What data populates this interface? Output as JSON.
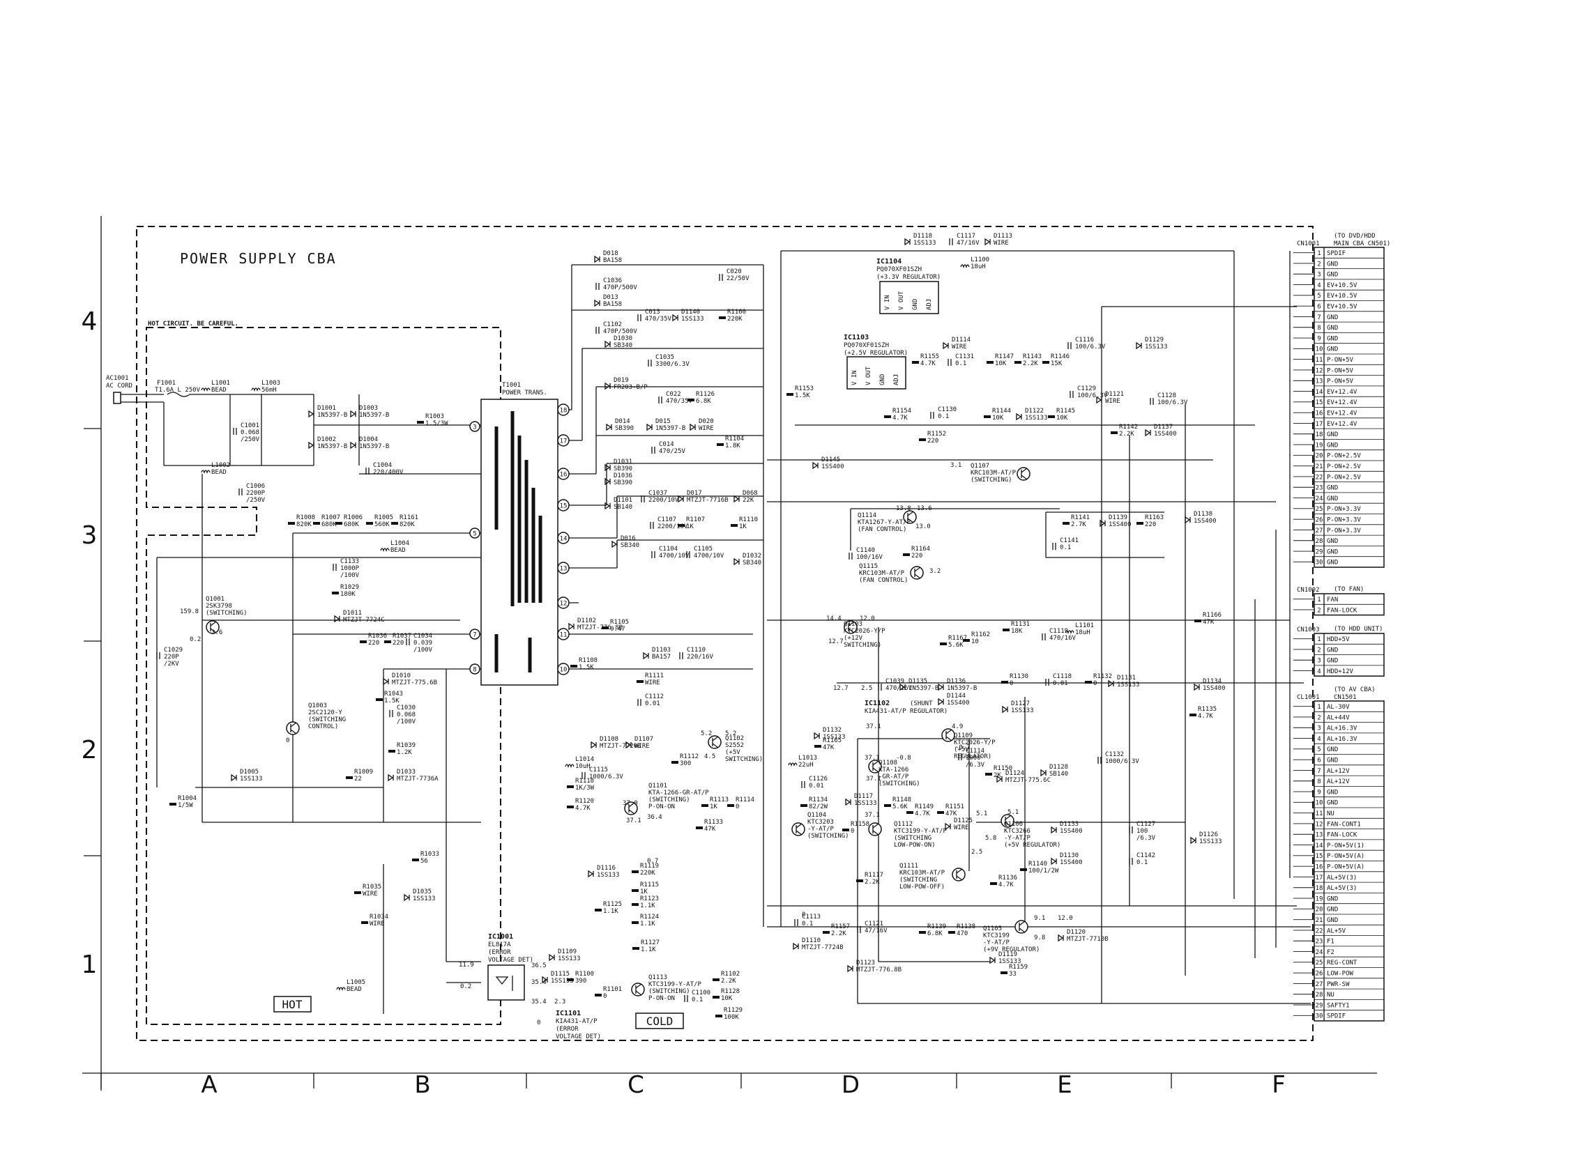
{
  "title": "POWER SUPPLY CBA",
  "hot_note": "HOT CIRCUIT. BE CAREFUL.",
  "hot_label": "HOT",
  "cold_label": "COLD",
  "grid": {
    "columns": [
      "A",
      "B",
      "C",
      "D",
      "E",
      "F"
    ],
    "rows": [
      "4",
      "3",
      "2",
      "1"
    ]
  },
  "input": {
    "ac": "AC1001",
    "ac_sub": "AC CORD",
    "fuse": "F1001",
    "fuse_val": "T1.6A L 250V"
  },
  "transformer": {
    "ref": "T1001",
    "name": "POWER TRANS.",
    "pins_left": [
      "3",
      "5",
      "7",
      "8"
    ],
    "pins_right": [
      "18",
      "17",
      "16",
      "15",
      "14",
      "13",
      "12",
      "11",
      "10"
    ]
  },
  "connectors": [
    {
      "ref": "CN1001",
      "note": "(TO DVD/HDD",
      "note2": "MAIN CBA CN501)",
      "pins": [
        "SPDIF",
        "GND",
        "GND",
        "EV+10.5V",
        "EV+10.5V",
        "EV+10.5V",
        "GND",
        "GND",
        "GND",
        "GND",
        "P-ON+5V",
        "P-ON+5V",
        "P-ON+5V",
        "EV+12.4V",
        "EV+12.4V",
        "EV+12.4V",
        "EV+12.4V",
        "GND",
        "GND",
        "P-ON+2.5V",
        "P-ON+2.5V",
        "P-ON+2.5V",
        "GND",
        "GND",
        "P-ON+3.3V",
        "P-ON+3.3V",
        "P-ON+3.3V",
        "GND",
        "GND",
        "GND"
      ]
    },
    {
      "ref": "CN1002",
      "note": "(TO FAN)",
      "note2": "",
      "pins": [
        "FAN",
        "FAN-LOCK"
      ]
    },
    {
      "ref": "CN1003",
      "note": "(TO HDD UNIT)",
      "note2": "",
      "pins": [
        "HDD+5V",
        "GND",
        "GND",
        "HDD+12V"
      ]
    },
    {
      "ref": "CL1001",
      "note": "(TO AV CBA)",
      "note2": "CN1501",
      "pins": [
        "AL-30V",
        "AL+44V",
        "AL+16.3V",
        "AL+16.3V",
        "GND",
        "GND",
        "AL+12V",
        "AL+12V",
        "GND",
        "GND",
        "NU",
        "FAN-CONT1",
        "FAN-LOCK",
        "P-ON+5V(1)",
        "P-ON+5V(A)",
        "P-ON+5V(A)",
        "AL+5V(3)",
        "AL+5V(3)",
        "GND",
        "GND",
        "GND",
        "AL+5V",
        "F1",
        "F2",
        "REG-CONT",
        "LOW-POW",
        "PWR-SW",
        "NU",
        "SAFTY1",
        "SPDIF"
      ]
    }
  ],
  "ics": [
    {
      "ref": "IC1104",
      "part": "PQ070XF01SZH",
      "desc": "(+3.3V REGULATOR)",
      "pins": [
        "V IN",
        "V OUT",
        "GND",
        "ADJ"
      ]
    },
    {
      "ref": "IC1103",
      "part": "PQ070XF01SZH",
      "desc": "(+2.5V REGULATOR)",
      "pins": [
        "V IN",
        "V OUT",
        "GND",
        "ADJ"
      ]
    },
    {
      "ref": "IC1001",
      "part": "EL817A",
      "desc": "(ERROR",
      "desc2": "VOLTAGE DET)"
    },
    {
      "ref": "IC1101",
      "part": "KIA431-AT/P",
      "desc": "(ERROR",
      "desc2": "VOLTAGE DET)"
    },
    {
      "ref": "IC1102",
      "part": "KIA431-AT/P",
      "desc": "(SHUNT",
      "desc2": "REGULATOR)"
    }
  ],
  "parts": [
    {
      "ref": "L1001",
      "val": "BEAD"
    },
    {
      "ref": "L1002",
      "val": "BEAD"
    },
    {
      "ref": "L1003",
      "val": "56mH"
    },
    {
      "ref": "C1001",
      "val": "0.068",
      "val2": "/250V"
    },
    {
      "ref": "D1001",
      "val": "1N5397-B"
    },
    {
      "ref": "D1002",
      "val": "1N5397-B"
    },
    {
      "ref": "D1003",
      "val": "1N5397-B"
    },
    {
      "ref": "D1004",
      "val": "1N5397-B"
    },
    {
      "ref": "R1003",
      "val": "1.5/3W"
    },
    {
      "ref": "C1004",
      "val": "220/400V"
    },
    {
      "ref": "C1006",
      "val": "2200P",
      "val2": "/250V"
    },
    {
      "ref": "R1008",
      "val": "820K"
    },
    {
      "ref": "R1007",
      "val": "680K"
    },
    {
      "ref": "R1006",
      "val": "680K"
    },
    {
      "ref": "R1005",
      "val": "560K"
    },
    {
      "ref": "R1161",
      "val": "820K"
    },
    {
      "ref": "L1004",
      "val": "BEAD"
    },
    {
      "ref": "C1133",
      "val": "1000P",
      "val2": "/100V"
    },
    {
      "ref": "R1029",
      "val": "180K"
    },
    {
      "ref": "D1011",
      "val": "MTZJT-7724C"
    },
    {
      "ref": "R1036",
      "val": "220"
    },
    {
      "ref": "R1037",
      "val": "220"
    },
    {
      "ref": "C1034",
      "val": "0.039",
      "val2": "/100V"
    },
    {
      "ref": "C1029",
      "val": "220P",
      "val2": "/2KV"
    },
    {
      "ref": "D1010",
      "val": "MTZJT-775.6B"
    },
    {
      "ref": "R1043",
      "val": "1.5K"
    },
    {
      "ref": "C1030",
      "val": "0.068",
      "val2": "/100V"
    },
    {
      "ref": "R1039",
      "val": "1.2K"
    },
    {
      "ref": "R1009",
      "val": "22"
    },
    {
      "ref": "D1033",
      "val": "MTZJT-7736A"
    },
    {
      "ref": "D1005",
      "val": "1SS133"
    },
    {
      "ref": "R1004",
      "val": "1/5W"
    },
    {
      "ref": "R1033",
      "val": "56"
    },
    {
      "ref": "R1035",
      "val": "WIRE"
    },
    {
      "ref": "D1035",
      "val": "1SS133"
    },
    {
      "ref": "R1034",
      "val": "WIRE"
    },
    {
      "ref": "L1005",
      "val": "BEAD"
    },
    {
      "ref": "D018",
      "val": "BA158"
    },
    {
      "ref": "C1036",
      "val": "470P/500V"
    },
    {
      "ref": "C020",
      "val": "22/50V"
    },
    {
      "ref": "D013",
      "val": "BA158"
    },
    {
      "ref": "C1102",
      "val": "470P/500V"
    },
    {
      "ref": "C013",
      "val": "470/35V"
    },
    {
      "ref": "D1140",
      "val": "1SS133"
    },
    {
      "ref": "R1160",
      "val": "220K"
    },
    {
      "ref": "D1030",
      "val": "SB340"
    },
    {
      "ref": "C1035",
      "val": "3300/6.3V"
    },
    {
      "ref": "D019",
      "val": "FR203-B/P"
    },
    {
      "ref": "C022",
      "val": "470/35V"
    },
    {
      "ref": "R1126",
      "val": "6.8K"
    },
    {
      "ref": "D014",
      "val": "SB390"
    },
    {
      "ref": "D015",
      "val": "1N5397-B"
    },
    {
      "ref": "D020",
      "val": "WIRE"
    },
    {
      "ref": "R1104",
      "val": "1.8K"
    },
    {
      "ref": "C014",
      "val": "470/25V"
    },
    {
      "ref": "D1031",
      "val": "SB390"
    },
    {
      "ref": "D1036",
      "val": "SB390"
    },
    {
      "ref": "D1101",
      "val": "SB140"
    },
    {
      "ref": "C1037",
      "val": "2200/10V"
    },
    {
      "ref": "D017",
      "val": "MTZJT-7716B"
    },
    {
      "ref": "D068",
      "val": "22K"
    },
    {
      "ref": "C1107",
      "val": "2200/10V"
    },
    {
      "ref": "R1107",
      "val": "1K"
    },
    {
      "ref": "R1110",
      "val": "1K"
    },
    {
      "ref": "D016",
      "val": "SB340"
    },
    {
      "ref": "C1104",
      "val": "4700/10V"
    },
    {
      "ref": "C1105",
      "val": "4700/10V"
    },
    {
      "ref": "D1032",
      "val": "SB340"
    },
    {
      "ref": "D1102",
      "val": "MTZJT-776.8B"
    },
    {
      "ref": "R1105",
      "val": "0.47"
    },
    {
      "ref": "D1103",
      "val": "BA157"
    },
    {
      "ref": "C1110",
      "val": "220/16V"
    },
    {
      "ref": "R1108",
      "val": "1.5K"
    },
    {
      "ref": "R1111",
      "val": "WIRE"
    },
    {
      "ref": "C1112",
      "val": "0.01"
    },
    {
      "ref": "D1108",
      "val": "MTZJT-7720B"
    },
    {
      "ref": "D1107",
      "val": "WIRE"
    },
    {
      "ref": "L1014",
      "val": "10uH"
    },
    {
      "ref": "C1115",
      "val": "1000/6.3V"
    },
    {
      "ref": "R1112",
      "val": "300"
    },
    {
      "ref": "R1118",
      "val": "1K/3W"
    },
    {
      "ref": "R1120",
      "val": "4.7K"
    },
    {
      "ref": "R1113",
      "val": "1K"
    },
    {
      "ref": "R1114",
      "val": "0"
    },
    {
      "ref": "R1133",
      "val": "47K"
    },
    {
      "ref": "D1116",
      "val": "1SS133"
    },
    {
      "ref": "R1119",
      "val": "220K"
    },
    {
      "ref": "R1115",
      "val": "1K"
    },
    {
      "ref": "R1123",
      "val": "1.1K"
    },
    {
      "ref": "R1124",
      "val": "1.1K"
    },
    {
      "ref": "R1125",
      "val": "1.1K"
    },
    {
      "ref": "R1127",
      "val": "1.1K"
    },
    {
      "ref": "D1109",
      "val": "1SS133"
    },
    {
      "ref": "D1115",
      "val": "1SS133"
    },
    {
      "ref": "R1100",
      "val": "390"
    },
    {
      "ref": "R1101",
      "val": "0"
    },
    {
      "ref": "C1100",
      "val": "0.1"
    },
    {
      "ref": "R1102",
      "val": "2.2K"
    },
    {
      "ref": "R1128",
      "val": "10K"
    },
    {
      "ref": "R1129",
      "val": "100K"
    },
    {
      "ref": "D1118",
      "val": "1SS133"
    },
    {
      "ref": "C1117",
      "val": "47/16V"
    },
    {
      "ref": "D1113",
      "val": "WIRE"
    },
    {
      "ref": "L1100",
      "val": "18uH"
    },
    {
      "ref": "D1114",
      "val": "WIRE"
    },
    {
      "ref": "C1116",
      "val": "100/6.3V"
    },
    {
      "ref": "D1129",
      "val": "1SS133"
    },
    {
      "ref": "R1155",
      "val": "4.7K"
    },
    {
      "ref": "C1131",
      "val": "0.1"
    },
    {
      "ref": "R1147",
      "val": "10K"
    },
    {
      "ref": "R1143",
      "val": "2.2K"
    },
    {
      "ref": "R1146",
      "val": "15K"
    },
    {
      "ref": "R1153",
      "val": "1.5K"
    },
    {
      "ref": "C1129",
      "val": "100/6.3V"
    },
    {
      "ref": "D1121",
      "val": "WIRE"
    },
    {
      "ref": "R1154",
      "val": "4.7K"
    },
    {
      "ref": "C1130",
      "val": "0.1"
    },
    {
      "ref": "R1144",
      "val": "10K"
    },
    {
      "ref": "D1122",
      "val": "1SS133"
    },
    {
      "ref": "R1145",
      "val": "10K"
    },
    {
      "ref": "R1152",
      "val": "220"
    },
    {
      "ref": "C1128",
      "val": "100/6.3V"
    },
    {
      "ref": "R1142",
      "val": "2.2K"
    },
    {
      "ref": "D1137",
      "val": "1SS400"
    },
    {
      "ref": "D1145",
      "val": "1SS400"
    },
    {
      "ref": "D1138",
      "val": "1SS400"
    },
    {
      "ref": "R1141",
      "val": "2.7K"
    },
    {
      "ref": "D1139",
      "val": "1SS400"
    },
    {
      "ref": "R1163",
      "val": "220"
    },
    {
      "ref": "C1141",
      "val": "0.1"
    },
    {
      "ref": "C1140",
      "val": "100/16V"
    },
    {
      "ref": "R1164",
      "val": "220"
    },
    {
      "ref": "R1166",
      "val": "47K"
    },
    {
      "ref": "R1167",
      "val": "5.6K"
    },
    {
      "ref": "R1162",
      "val": "10"
    },
    {
      "ref": "R1131",
      "val": "18K"
    },
    {
      "ref": "C1119",
      "val": "470/16V"
    },
    {
      "ref": "L1101",
      "val": "18uH"
    },
    {
      "ref": "C1039",
      "val": "470/16V"
    },
    {
      "ref": "D1135",
      "val": "1N5397-B"
    },
    {
      "ref": "D1136",
      "val": "1N5397-B"
    },
    {
      "ref": "R1130",
      "val": "0"
    },
    {
      "ref": "C1118",
      "val": "0.01"
    },
    {
      "ref": "R1132",
      "val": "0"
    },
    {
      "ref": "D1131",
      "val": "1SS133"
    },
    {
      "ref": "D1134",
      "val": "1SS400"
    },
    {
      "ref": "D1144",
      "val": "1SS400"
    },
    {
      "ref": "D1127",
      "val": "1SS133"
    },
    {
      "ref": "R1135",
      "val": "4.7K"
    },
    {
      "ref": "D1132",
      "val": "1SS133"
    },
    {
      "ref": "R1165",
      "val": "47K"
    },
    {
      "ref": "L1013",
      "val": "22uH"
    },
    {
      "ref": "C1114",
      "val": "1000",
      "val2": "/6.3V"
    },
    {
      "ref": "C1132",
      "val": "1000/6.3V"
    },
    {
      "ref": "R1150",
      "val": "2K"
    },
    {
      "ref": "D1128",
      "val": "SB140"
    },
    {
      "ref": "D1124",
      "val": "MTZJT-775.6C"
    },
    {
      "ref": "C1126",
      "val": "0.01"
    },
    {
      "ref": "R1134",
      "val": "82/2W"
    },
    {
      "ref": "D1117",
      "val": "1SS133"
    },
    {
      "ref": "R1148",
      "val": "5.6K"
    },
    {
      "ref": "R1149",
      "val": "4.7K"
    },
    {
      "ref": "R1151",
      "val": "47K"
    },
    {
      "ref": "D1125",
      "val": "WIRE"
    },
    {
      "ref": "R1158",
      "val": "0"
    },
    {
      "ref": "D1133",
      "val": "1SS400"
    },
    {
      "ref": "D1130",
      "val": "1SS400"
    },
    {
      "ref": "C1127",
      "val": "100",
      "val2": "/6.3V"
    },
    {
      "ref": "C1142",
      "val": "0.1"
    },
    {
      "ref": "D1126",
      "val": "1SS133"
    },
    {
      "ref": "R1140",
      "val": "100/1/2W"
    },
    {
      "ref": "R1136",
      "val": "4.7K"
    },
    {
      "ref": "R1117",
      "val": "2.2K"
    },
    {
      "ref": "C1113",
      "val": "0.1"
    },
    {
      "ref": "R1157",
      "val": "2.2K"
    },
    {
      "ref": "D1110",
      "val": "MTZJT-7724B"
    },
    {
      "ref": "C1121",
      "val": "47/16V"
    },
    {
      "ref": "R1139",
      "val": "6.8K"
    },
    {
      "ref": "R1138",
      "val": "470"
    },
    {
      "ref": "D1120",
      "val": "MTZJT-7710B"
    },
    {
      "ref": "R1159",
      "val": "33"
    },
    {
      "ref": "D1119",
      "val": "1SS133"
    },
    {
      "ref": "D1123",
      "val": "MTZJT-776.8B"
    }
  ],
  "transistors": [
    {
      "ref": "Q1001",
      "part": "2SK3798",
      "role": "(SWITCHING)"
    },
    {
      "ref": "Q1003",
      "part": "2SC2120-Y",
      "role": "(SWITCHING",
      "role2": "CONTROL)"
    },
    {
      "ref": "Q1114",
      "part": "KTA1267-Y-AT/P",
      "role": "(FAN CONTROL)"
    },
    {
      "ref": "Q1115",
      "part": "KRC103M-AT/P",
      "role": "(FAN CONTROL)"
    },
    {
      "ref": "Q1107",
      "part": "KRC103M-AT/P",
      "role": "(SWITCHING)"
    },
    {
      "ref": "Q1103",
      "part": "KTC2026-Y/P",
      "role": "(+12V",
      "role2": "SWITCHING)"
    },
    {
      "ref": "Q1102",
      "part": "S2552",
      "role": "(+5V",
      "role2": "SWITCHING)"
    },
    {
      "ref": "Q1101",
      "part": "KTA-1266-GR-AT/P",
      "role": "(SWITCHING)",
      "role2": "P-ON-ON"
    },
    {
      "ref": "Q1104",
      "part": "KTC3203",
      "role": "-Y-AT/P",
      "role2": "(SWITCHING)"
    },
    {
      "ref": "Q1109",
      "part": "KTC2026-Y/P",
      "role": "(+5V",
      "role2": "REGULATOR)"
    },
    {
      "ref": "Q1108",
      "part": "KTA-1266",
      "role": "-GR-AT/P",
      "role2": "(SWITCHING)"
    },
    {
      "ref": "Q1112",
      "part": "KTC3199-Y-AT/P",
      "role": "(SWITCHING",
      "role2": "LOW-POW-ON)"
    },
    {
      "ref": "Q1111",
      "part": "KRC103M-AT/P",
      "role": "(SWITCHING",
      "role2": "LOW-POW-OFF)"
    },
    {
      "ref": "Q1106",
      "part": "KTC3266",
      "role": "-Y-AT/P",
      "role2": "(+5V REGULATOR)"
    },
    {
      "ref": "Q1105",
      "part": "KTC3199",
      "role": "-Y-AT/P",
      "role2": "(+9V REGULATOR)"
    },
    {
      "ref": "Q1113",
      "part": "KTC3199-Y-AT/P",
      "role": "(SWITCHING)",
      "role2": "P-ON-ON"
    }
  ],
  "voltages": [
    "159.8",
    "3.6",
    "0.2",
    "0",
    "11.9",
    "0.2",
    "36.5",
    "35.4",
    "35.4",
    "2.3",
    "0",
    "37.0",
    "36.4",
    "37.1",
    "0.7",
    "5.2",
    "5.2",
    "4.5",
    "14.4",
    "12.0",
    "12.7",
    "13.8",
    "13.6",
    "13.0",
    "3.2",
    "3.1",
    "12.7",
    "2.5",
    "37.1",
    "4.9",
    "-0.7",
    "37.1",
    "-0.8",
    "37.1",
    "37.1",
    "2.5",
    "5.1",
    "5.1",
    "5.8",
    "9.1",
    "12.0",
    "9.8",
    "0"
  ]
}
